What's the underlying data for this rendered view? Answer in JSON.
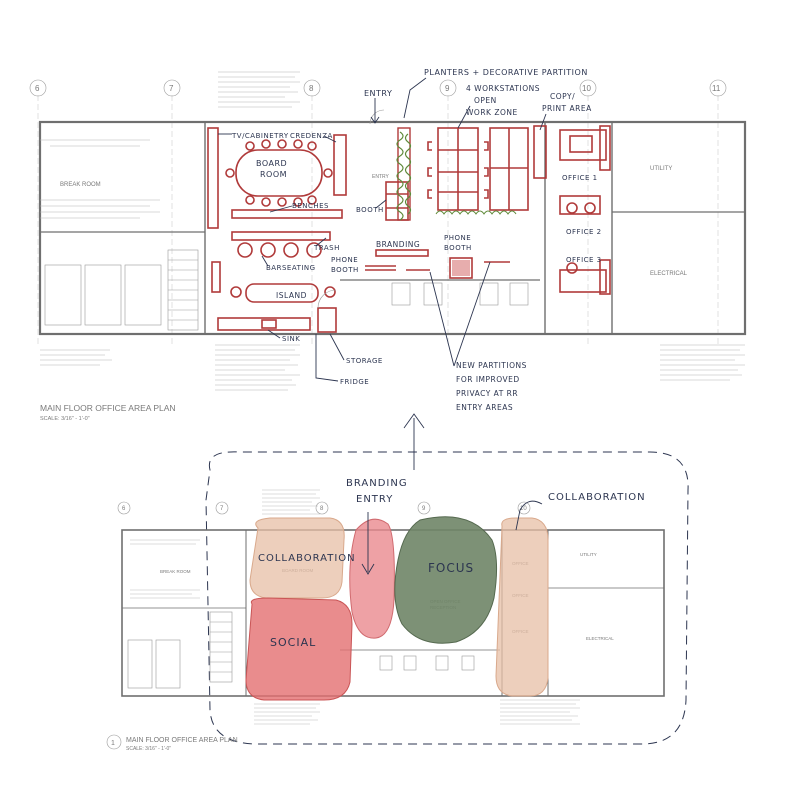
{
  "top_plan": {
    "title": "MAIN FLOOR OFFICE AREA PLAN",
    "scale": "SCALE: 3/16\" - 1'-0\"",
    "column_markers": [
      "6",
      "7",
      "8",
      "9",
      "10",
      "11"
    ],
    "room_tags": {
      "break_room": "BREAK ROOM",
      "utility": "UTILITY",
      "electrical": "ELECTRICAL",
      "entry": "ENTRY"
    },
    "annotations": {
      "planters": "PLANTERS + DECORATIVE PARTITION",
      "entry": "ENTRY",
      "workstations_1": "4 WORKSTATIONS",
      "workstations_2": "OPEN",
      "workstations_3": "WORK ZONE",
      "copy_1": "COPY/",
      "copy_2": "PRINT AREA",
      "tv_cabinetry": "TV/CABINETRY",
      "credenza": "CREDENZA",
      "board_room_1": "BOARD",
      "board_room_2": "ROOM",
      "benches": "BENCHES",
      "booth": "BOOTH",
      "office_1": "OFFICE 1",
      "office_2": "OFFICE 2",
      "office_3": "OFFICE 3",
      "trash": "TRASH",
      "branding": "BRANDING",
      "phone_booth_a_1": "PHONE",
      "phone_booth_a_2": "BOOTH",
      "phone_booth_b_1": "PHONE",
      "phone_booth_b_2": "BOOTH",
      "barseating": "BARSEATING",
      "island": "ISLAND",
      "sink": "SINK",
      "storage": "STORAGE",
      "fridge": "FRIDGE",
      "partitions_1": "NEW PARTITIONS",
      "partitions_2": "FOR IMPROVED",
      "partitions_3": "PRIVACY AT RR",
      "partitions_4": "ENTRY AREAS"
    }
  },
  "bottom_plan": {
    "title": "MAIN FLOOR OFFICE AREA PLAN",
    "scale": "SCALE: 3/16\" - 1'-0\"",
    "detail_number": "1",
    "column_markers": [
      "6",
      "7",
      "8",
      "9",
      "10"
    ],
    "room_tags": {
      "break_room": "BREAK ROOM",
      "board_room": "BOARD ROOM",
      "open_office": "OPEN OFFICE",
      "reception": "RECEPTION",
      "utility": "UTILITY",
      "office_a": "OFFICE",
      "office_b": "OFFICE",
      "office_c": "OFFICE",
      "electrical": "ELECTRICAL"
    },
    "zones": {
      "collaboration_left": "COLLABORATION",
      "social": "SOCIAL",
      "focus": "FOCUS",
      "branding_1": "BRANDING",
      "branding_2": "ENTRY",
      "collaboration_right": "COLLABORATION"
    },
    "zone_colors": {
      "collaboration": "#e7bfa6",
      "social": "#e36f70",
      "branding": "#ea8a8e",
      "focus": "#6f8567"
    }
  }
}
